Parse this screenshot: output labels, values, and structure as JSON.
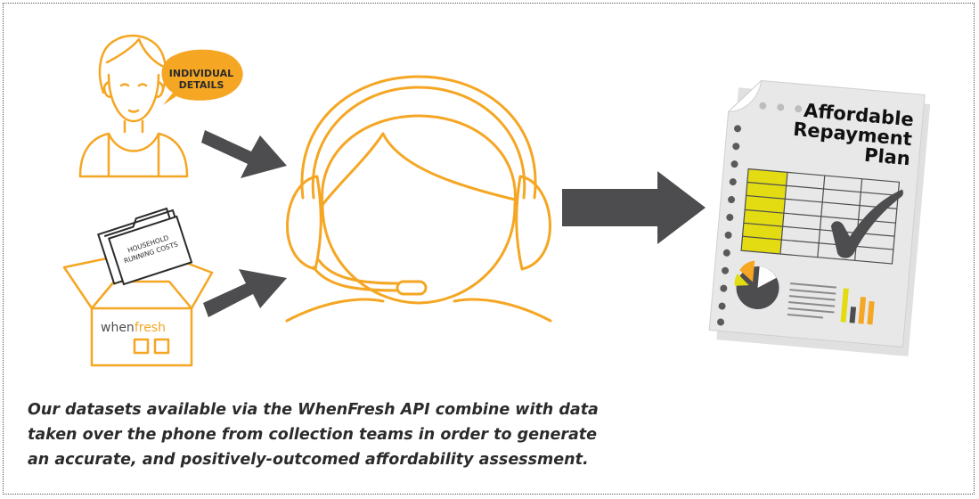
{
  "colors": {
    "accent": "#F5A623",
    "arrow": "#4D4D4F",
    "highlight": "#E3DC12",
    "paper": "#E8E8E8",
    "text": "#2B2B2B"
  },
  "speech_bubble": {
    "line1": "INDIVIDUAL",
    "line2": "DETAILS"
  },
  "folder": {
    "line1": "HOUSEHOLD",
    "line2": "RUNNING COSTS"
  },
  "box_brand": {
    "part1": "when",
    "part2": "fresh"
  },
  "document": {
    "title_line1": "Affordable",
    "title_line2": "Repayment",
    "title_line3": "Plan"
  },
  "icons": [
    "person-icon",
    "box-icon",
    "headset-agent-icon",
    "document-icon",
    "checkmark-icon",
    "pie-chart-icon",
    "bar-chart-icon"
  ],
  "caption": {
    "line1": "Our datasets available via the WhenFresh API combine with data",
    "line2": "taken over the phone from collection teams in order to generate",
    "line3": "an accurate, and positively-outcomed affordability assessment."
  }
}
